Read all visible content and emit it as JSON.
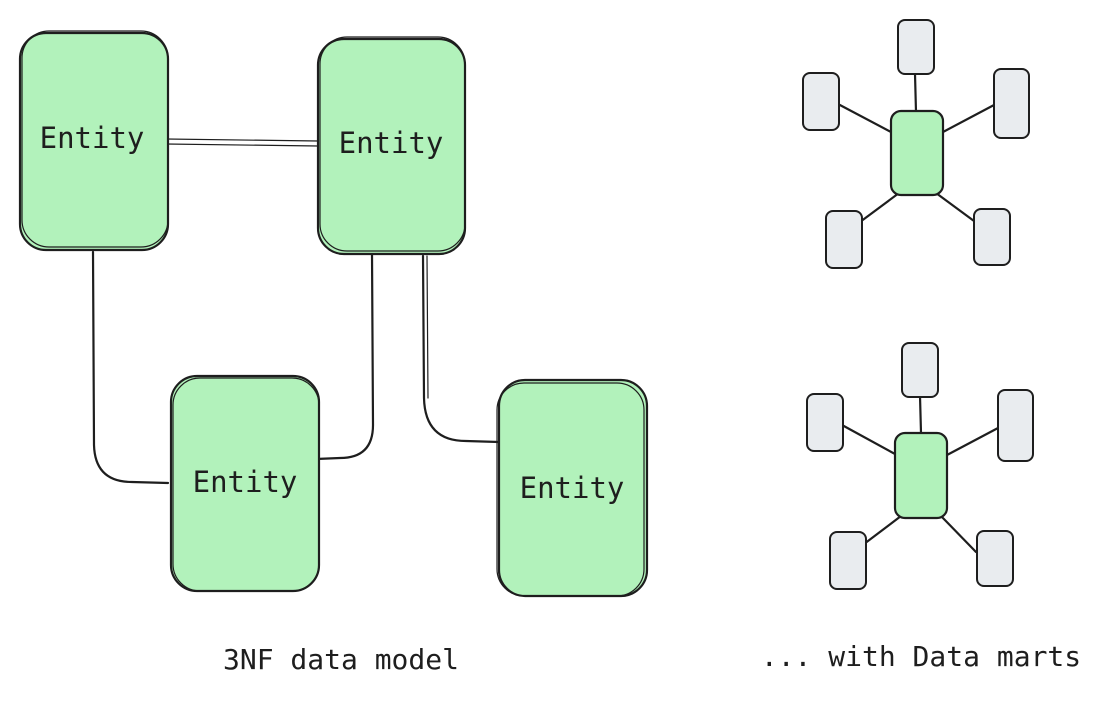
{
  "diagram": {
    "entities": [
      {
        "label": "Entity"
      },
      {
        "label": "Entity"
      },
      {
        "label": "Entity"
      },
      {
        "label": "Entity"
      }
    ],
    "captions": {
      "left": "3NF data model",
      "right": "... with Data marts"
    },
    "colors": {
      "entity_fill": "#b2f2bb",
      "dimension_fill": "#e9ecef",
      "stroke": "#1e1e1e",
      "background": "#ffffff"
    }
  }
}
